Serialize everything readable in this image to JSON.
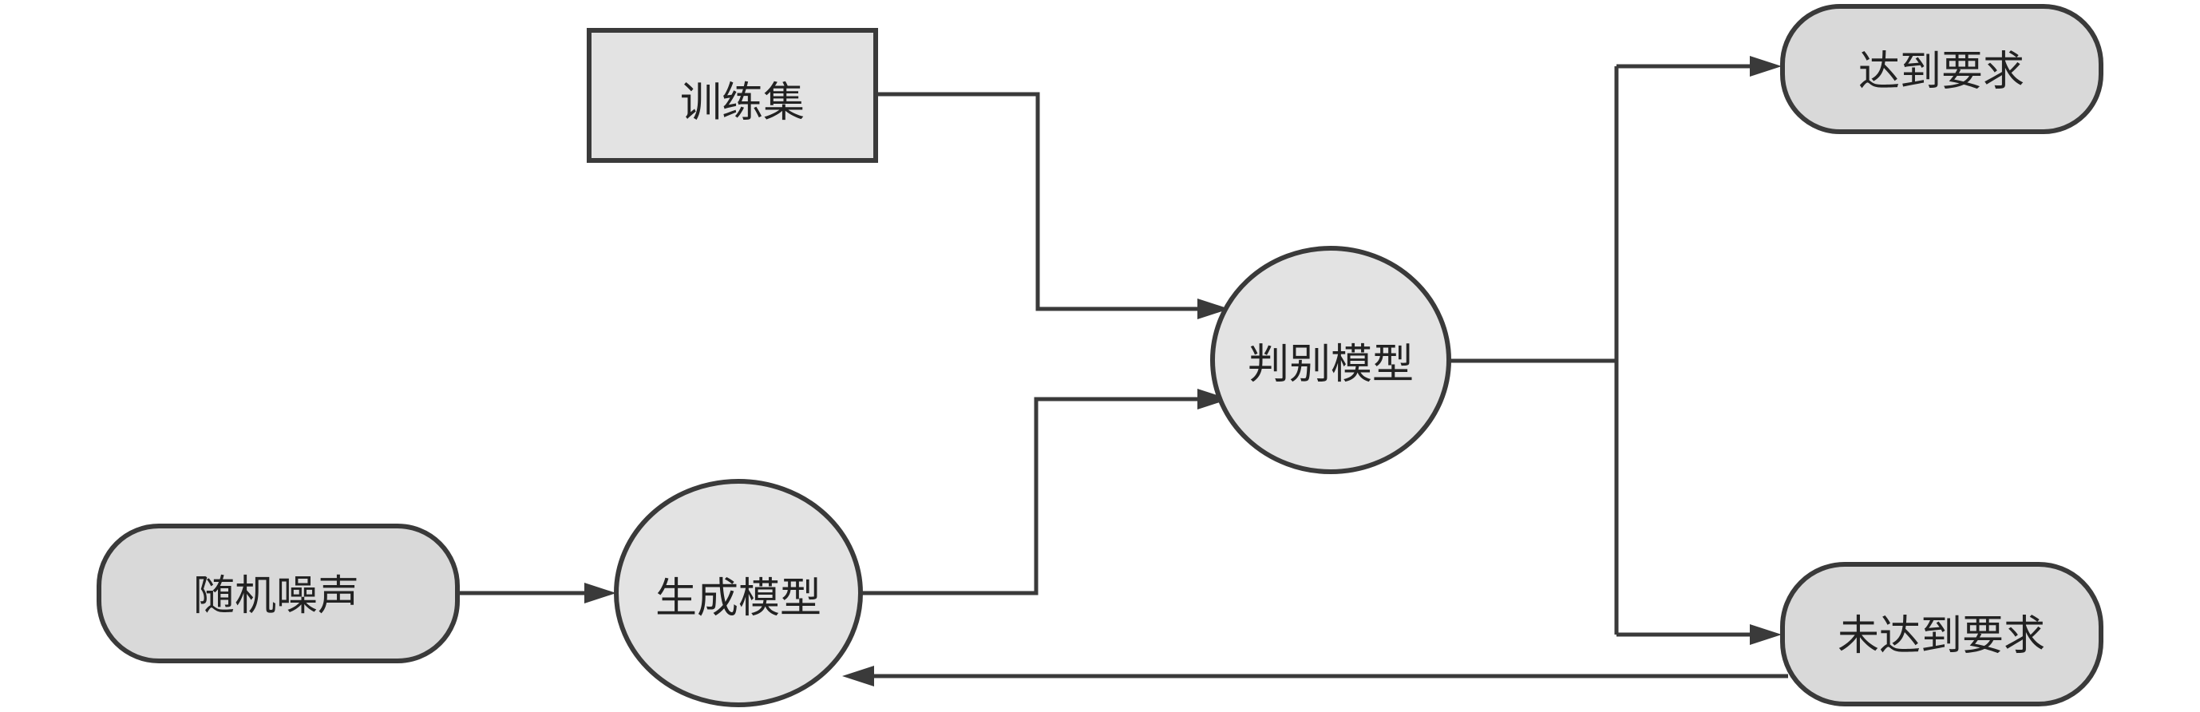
{
  "nodes": {
    "training_set": {
      "label": "训练集",
      "fill": "#e3e3e3"
    },
    "random_noise": {
      "label": "随机噪声",
      "fill": "#d9d9d9"
    },
    "generator": {
      "label": "生成模型",
      "fill": "#e3e3e3"
    },
    "discriminator": {
      "label": "判别模型",
      "fill": "#e3e3e3"
    },
    "met": {
      "label": "达到要求",
      "fill": "#d9d9d9"
    },
    "not_met": {
      "label": "未达到要求",
      "fill": "#d9d9d9"
    }
  },
  "colors": {
    "stroke": "#3a3a3a",
    "text": "#222222",
    "background": "#ffffff"
  }
}
